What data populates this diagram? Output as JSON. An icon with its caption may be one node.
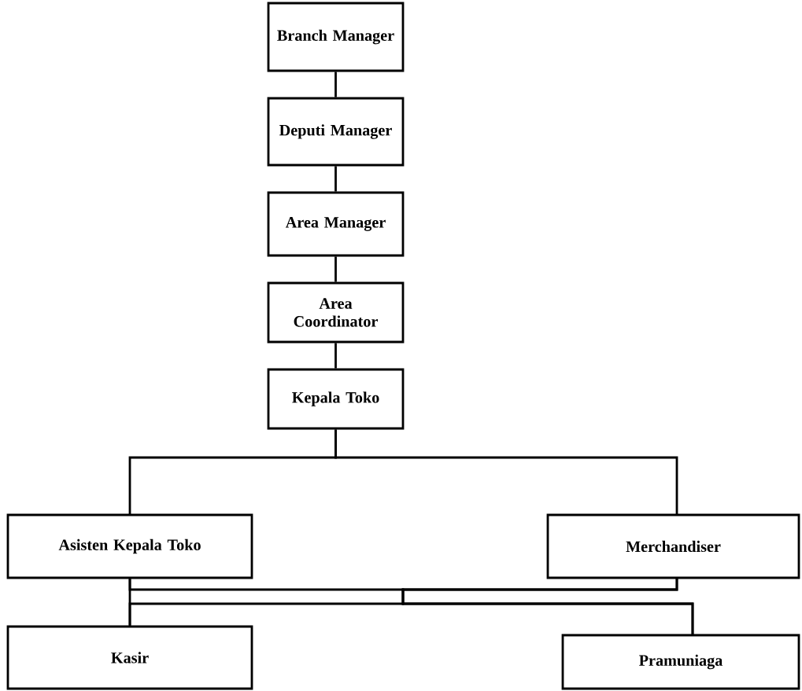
{
  "diagram": {
    "nodes": [
      {
        "text": [
          "Branch Manager"
        ]
      },
      {
        "text": [
          "Deputi Manager"
        ]
      },
      {
        "text": [
          "Area Manager"
        ]
      },
      {
        "text": [
          "Area Coordinator"
        ]
      },
      {
        "text": [
          "Kepala Toko"
        ]
      },
      {
        "text": [
          "Asisten Kepala Toko"
        ]
      },
      {
        "text": [
          "Merchandiser"
        ]
      },
      {
        "text": [
          "Kasir"
        ]
      },
      {
        "text": [
          "Pramuniaga"
        ]
      }
    ],
    "edges": [
      {
        "from": 0,
        "to": 1,
        "arrow": "none"
      },
      {
        "from": 1,
        "to": 2,
        "arrow": "none"
      },
      {
        "from": 2,
        "to": 3,
        "arrow": "none"
      },
      {
        "from": 3,
        "to": 4,
        "arrow": "none"
      },
      {
        "from": 4,
        "to": 5,
        "arrow": "none"
      },
      {
        "from": 4,
        "to": 6,
        "arrow": "none"
      },
      {
        "from": 5,
        "to": 7,
        "arrow": "none"
      },
      {
        "from": 5,
        "to": 8,
        "arrow": "none"
      },
      {
        "from": 6,
        "to": 7,
        "arrow": "none"
      },
      {
        "from": 6,
        "to": 8,
        "arrow": "none"
      }
    ]
  }
}
